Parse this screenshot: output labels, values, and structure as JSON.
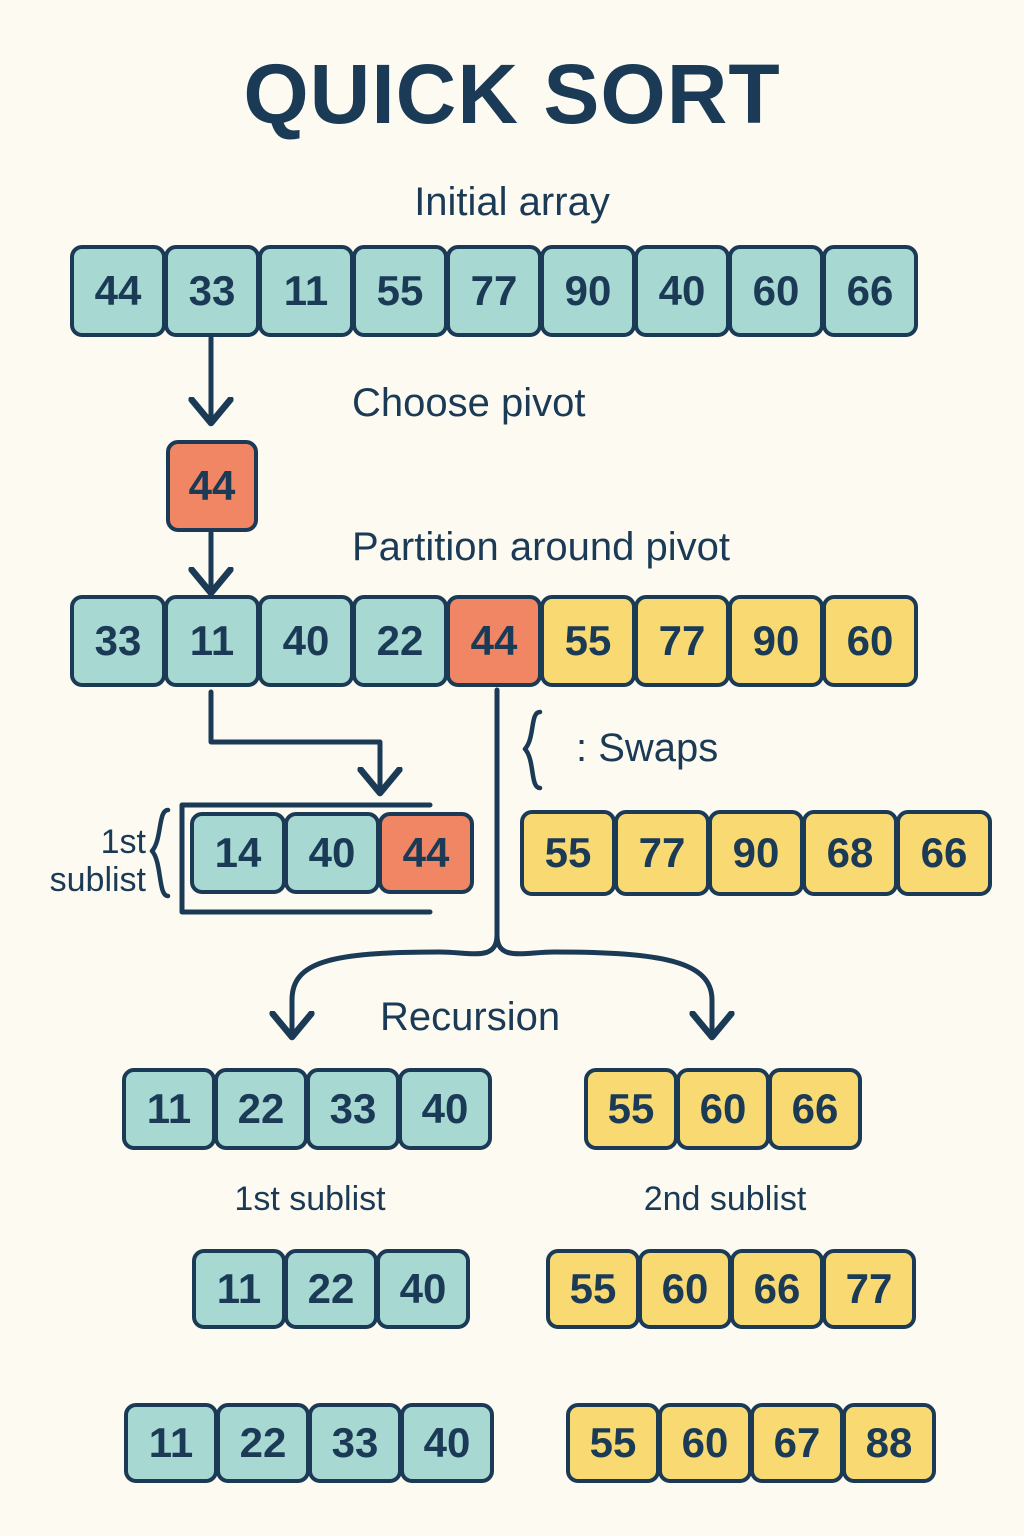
{
  "title": "QUICK SORT",
  "labels": {
    "initial_array": "Initial array",
    "choose_pivot": "Choose pivot",
    "partition": "Partition around pivot",
    "swaps": ": Swaps",
    "recursion": "Recursion",
    "first_sublist_side": "1st\nsublist",
    "first_sublist_side_line1": "1st",
    "first_sublist_side_line2": "sublist",
    "first_sublist": "1st sublist",
    "second_sublist": "2nd sublist"
  },
  "colors": {
    "background": "#fdfbf1",
    "ink": "#1b3a56",
    "teal": "#a8d8d2",
    "yellow": "#f9da72",
    "orange": "#f08664"
  },
  "rows": {
    "initial": [
      {
        "value": "44",
        "color": "teal"
      },
      {
        "value": "33",
        "color": "teal"
      },
      {
        "value": "11",
        "color": "teal"
      },
      {
        "value": "55",
        "color": "teal"
      },
      {
        "value": "77",
        "color": "teal"
      },
      {
        "value": "90",
        "color": "teal"
      },
      {
        "value": "40",
        "color": "teal"
      },
      {
        "value": "60",
        "color": "teal"
      },
      {
        "value": "66",
        "color": "teal"
      }
    ],
    "pivot": [
      {
        "value": "44",
        "color": "orange"
      }
    ],
    "partition": [
      {
        "value": "33",
        "color": "teal"
      },
      {
        "value": "11",
        "color": "teal"
      },
      {
        "value": "40",
        "color": "teal"
      },
      {
        "value": "22",
        "color": "teal"
      },
      {
        "value": "44",
        "color": "orange"
      },
      {
        "value": "55",
        "color": "yellow"
      },
      {
        "value": "77",
        "color": "yellow"
      },
      {
        "value": "90",
        "color": "yellow"
      },
      {
        "value": "60",
        "color": "yellow"
      }
    ],
    "left_sublist_swap": [
      {
        "value": "14",
        "color": "teal"
      },
      {
        "value": "40",
        "color": "teal"
      },
      {
        "value": "44",
        "color": "orange"
      }
    ],
    "right_sublist_swap": [
      {
        "value": "55",
        "color": "yellow"
      },
      {
        "value": "77",
        "color": "yellow"
      },
      {
        "value": "90",
        "color": "yellow"
      },
      {
        "value": "68",
        "color": "yellow"
      },
      {
        "value": "66",
        "color": "yellow"
      }
    ],
    "recursion_left": [
      {
        "value": "11",
        "color": "teal"
      },
      {
        "value": "22",
        "color": "teal"
      },
      {
        "value": "33",
        "color": "teal"
      },
      {
        "value": "40",
        "color": "teal"
      }
    ],
    "recursion_right": [
      {
        "value": "55",
        "color": "yellow"
      },
      {
        "value": "60",
        "color": "yellow"
      },
      {
        "value": "66",
        "color": "yellow"
      }
    ],
    "step_left_2": [
      {
        "value": "11",
        "color": "teal"
      },
      {
        "value": "22",
        "color": "teal"
      },
      {
        "value": "40",
        "color": "teal"
      }
    ],
    "step_right_2": [
      {
        "value": "55",
        "color": "yellow"
      },
      {
        "value": "60",
        "color": "yellow"
      },
      {
        "value": "66",
        "color": "yellow"
      },
      {
        "value": "77",
        "color": "yellow"
      }
    ],
    "final_left": [
      {
        "value": "11",
        "color": "teal"
      },
      {
        "value": "22",
        "color": "teal"
      },
      {
        "value": "33",
        "color": "teal"
      },
      {
        "value": "40",
        "color": "teal"
      }
    ],
    "final_right": [
      {
        "value": "55",
        "color": "yellow"
      },
      {
        "value": "60",
        "color": "yellow"
      },
      {
        "value": "67",
        "color": "yellow"
      },
      {
        "value": "88",
        "color": "yellow"
      }
    ]
  }
}
